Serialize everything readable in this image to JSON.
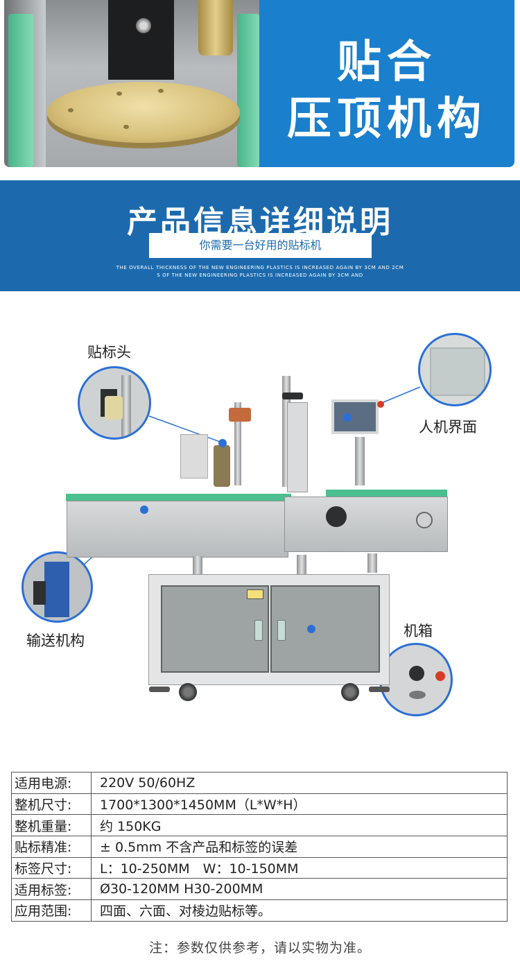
{
  "banner": {
    "title_line1": "贴合",
    "title_line2": "压顶机构",
    "accent_color": "#1a7fcc"
  },
  "info_header": {
    "title": "产品信息详细说明",
    "subtitle": "你需要一台好用的贴标机",
    "english_line1": "THE OVERALL THICKNESS OF THE NEW ENGINEERING PLASTICS IS INCREASED AGAIN BY 3CM AND 2CM",
    "english_line2": "S OF THE NEW ENGINEERING PLASTICS IS INCREASED AGAIN BY 3CM AND",
    "background_color": "#1c6aad"
  },
  "diagram": {
    "labels": {
      "labeling_head": "贴标头",
      "hmi": "人机界面",
      "conveyor": "输送机构",
      "cabinet": "机箱"
    },
    "callout_color": "#2b6fd6"
  },
  "specs": [
    {
      "key": "适用电源:",
      "value": "220V 50/60HZ"
    },
    {
      "key": "整机尺寸:",
      "value": "1700*1300*1450MM（L*W*H）"
    },
    {
      "key": "整机重量:",
      "value": "约 150KG"
    },
    {
      "key": "贴标精准:",
      "value": "± 0.5mm 不含产品和标签的误差"
    },
    {
      "key": "标签尺寸:",
      "value": "L：10-250MM　W：10-150MM"
    },
    {
      "key": "适用标签:",
      "value": "Ø30-120MM  H30-200MM"
    },
    {
      "key": "应用范围:",
      "value": "四面、六面、对棱边贴标等。"
    }
  ],
  "note": "注：参数仅供参考，请以实物为准。"
}
